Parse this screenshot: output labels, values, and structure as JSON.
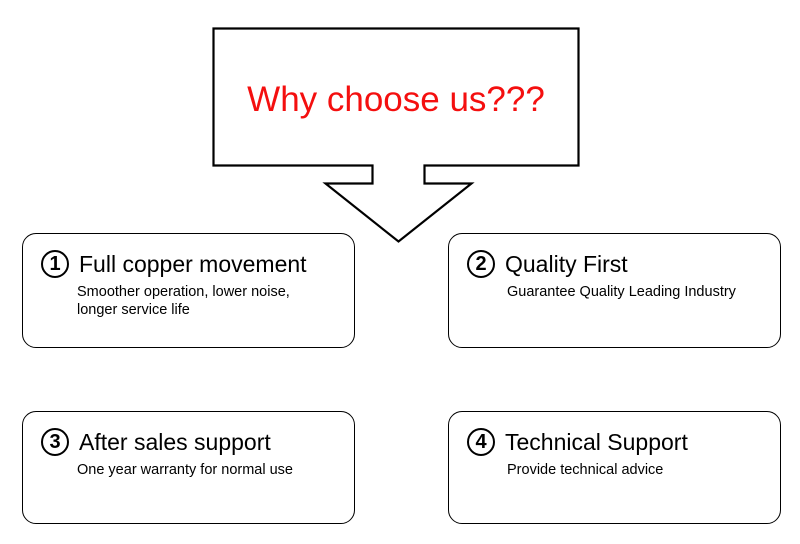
{
  "banner": {
    "title": "Why choose us???",
    "title_color": "#f40f0f",
    "arrow_icon": "down-arrow-icon"
  },
  "cards": [
    {
      "number": "1",
      "title": "Full copper movement",
      "description": "Smoother operation, lower noise,\nlonger service life"
    },
    {
      "number": "2",
      "title": "Quality First",
      "description": "Guarantee Quality Leading Industry"
    },
    {
      "number": "3",
      "title": "After sales support",
      "description": "One year warranty for normal use"
    },
    {
      "number": "4",
      "title": "Technical Support",
      "description": "Provide technical advice"
    }
  ],
  "colors": {
    "stroke": "#000000",
    "background": "#ffffff",
    "accent": "#f40f0f"
  }
}
